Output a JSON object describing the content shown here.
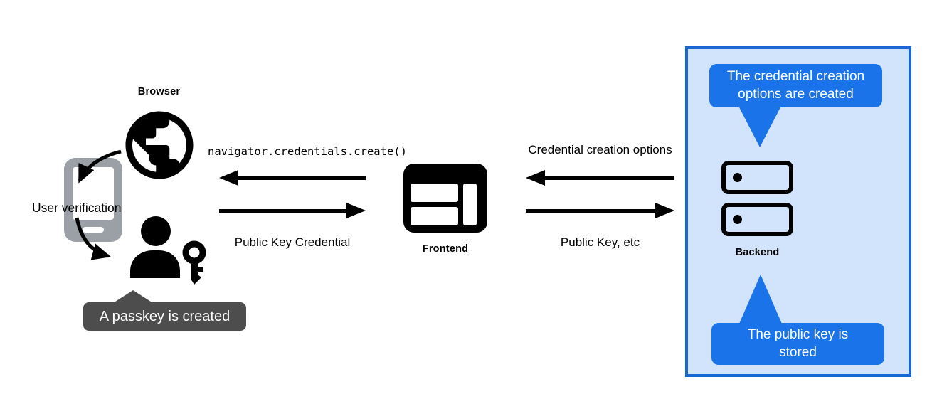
{
  "colors": {
    "bubble_blue": "#1a73e8",
    "panel_border_blue": "#1967d2",
    "panel_fill_blue": "#d2e3fc",
    "tooltip_gray": "#4d4d4d",
    "phone_gray": "#9aa0a6",
    "ink": "#000000"
  },
  "actors": {
    "browser": {
      "label": "Browser"
    },
    "frontend": {
      "label": "Frontend"
    },
    "backend": {
      "label": "Backend"
    },
    "user_verification": {
      "label": "User verification"
    }
  },
  "messages": {
    "create_call": "navigator.credentials.create()",
    "public_key_credential": "Public Key Credential",
    "credential_creation_options": "Credential creation options",
    "public_key_etc": "Public Key, etc"
  },
  "callouts": {
    "passkey_created": "A passkey is created",
    "options_created": "The credential creation options are created",
    "public_key_stored": "The public key is stored"
  }
}
